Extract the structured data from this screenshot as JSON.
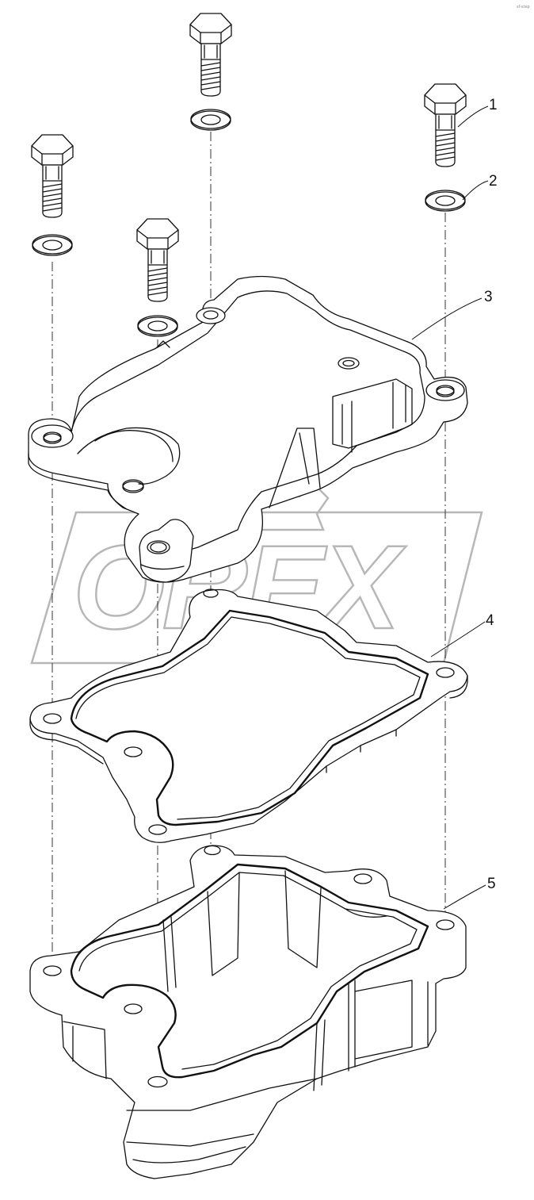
{
  "colors": {
    "line": "#111111",
    "watermark": "#b7b7b7",
    "background": "#ffffff"
  },
  "watermark": {
    "text": "OREX"
  },
  "corner_mark": "sf-step",
  "callouts": [
    {
      "id": "1",
      "label": "1",
      "part": "bolt"
    },
    {
      "id": "2",
      "label": "2",
      "part": "washer"
    },
    {
      "id": "3",
      "label": "3",
      "part": "cover"
    },
    {
      "id": "4",
      "label": "4",
      "part": "gasket"
    },
    {
      "id": "5",
      "label": "5",
      "part": "housing"
    }
  ]
}
